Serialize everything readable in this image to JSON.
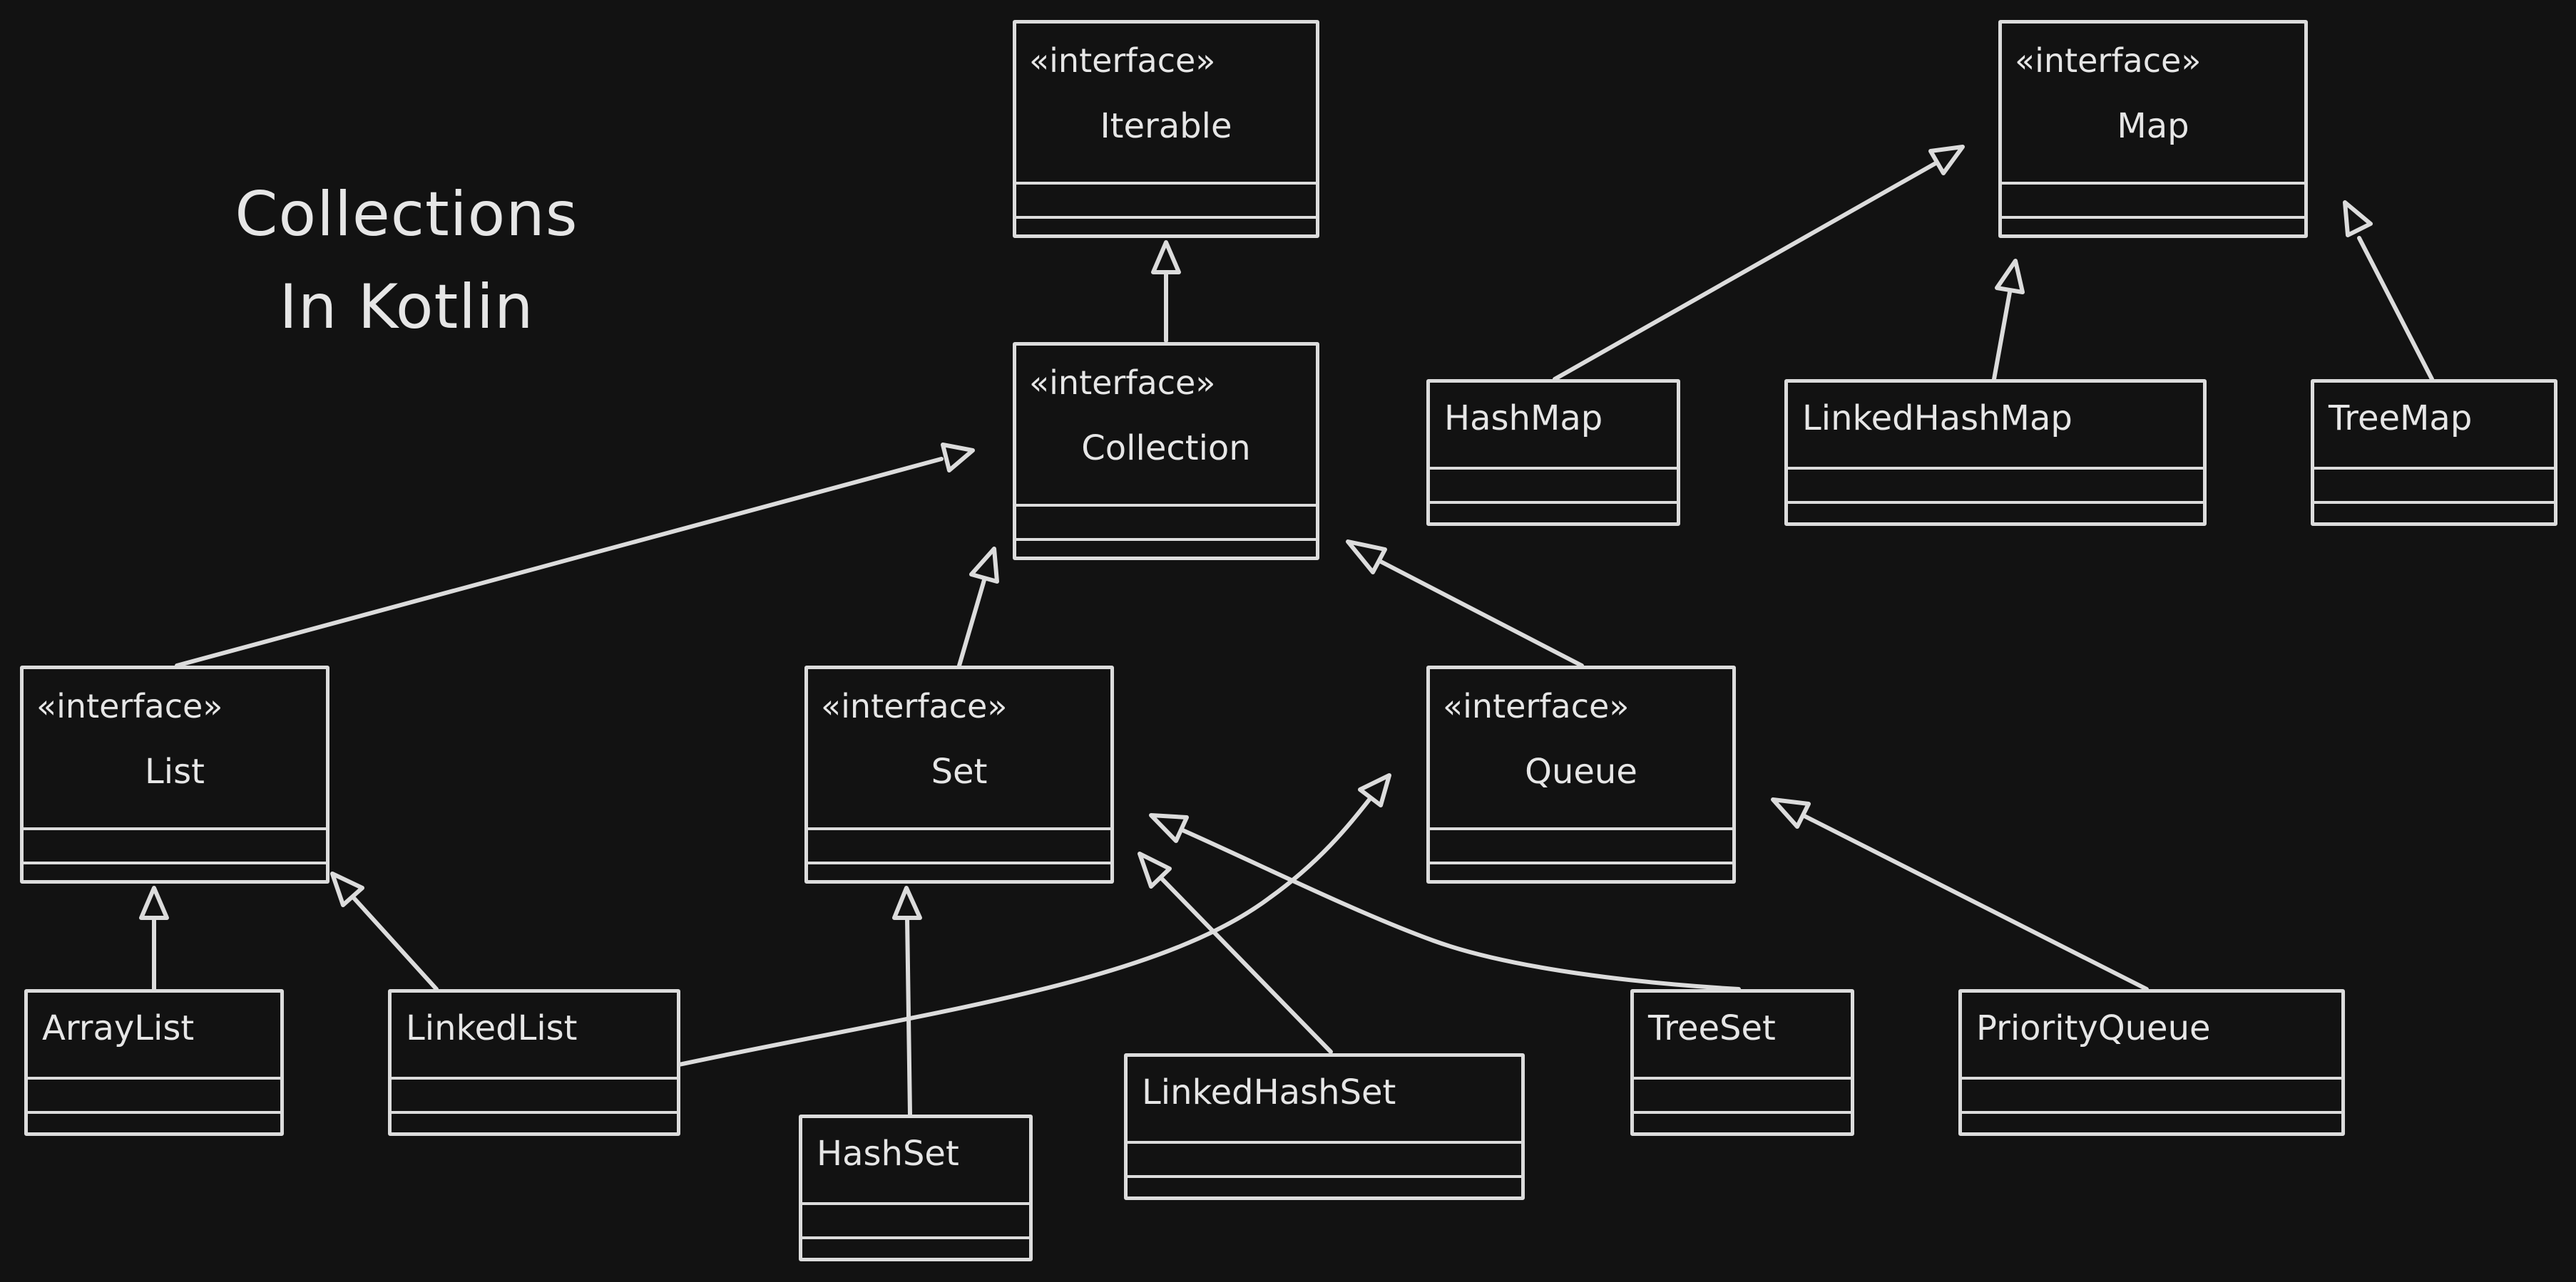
{
  "title": {
    "line1": "Collections",
    "line2": "In Kotlin"
  },
  "stereotype": "«interface»",
  "nodes": {
    "iterable": "Iterable",
    "collection": "Collection",
    "map": "Map",
    "list": "List",
    "set": "Set",
    "queue": "Queue",
    "hashmap": "HashMap",
    "linkedhashmap": "LinkedHashMap",
    "treemap": "TreeMap",
    "arraylist": "ArrayList",
    "linkedlist": "LinkedList",
    "hashset": "HashSet",
    "linkedhashset": "LinkedHashSet",
    "treeset": "TreeSet",
    "priorityqueue": "PriorityQueue"
  },
  "edges": [
    {
      "from": "collection",
      "to": "iterable"
    },
    {
      "from": "list",
      "to": "collection"
    },
    {
      "from": "set",
      "to": "collection"
    },
    {
      "from": "queue",
      "to": "collection"
    },
    {
      "from": "arraylist",
      "to": "list"
    },
    {
      "from": "linkedlist",
      "to": "list"
    },
    {
      "from": "linkedlist",
      "to": "queue"
    },
    {
      "from": "hashset",
      "to": "set"
    },
    {
      "from": "linkedhashset",
      "to": "set"
    },
    {
      "from": "treeset",
      "to": "set"
    },
    {
      "from": "priorityqueue",
      "to": "queue"
    },
    {
      "from": "hashmap",
      "to": "map"
    },
    {
      "from": "linkedhashmap",
      "to": "map"
    },
    {
      "from": "treemap",
      "to": "map"
    }
  ],
  "colors": {
    "background": "#121212",
    "stroke": "#dcdcdc",
    "text": "#e6e6e6"
  }
}
